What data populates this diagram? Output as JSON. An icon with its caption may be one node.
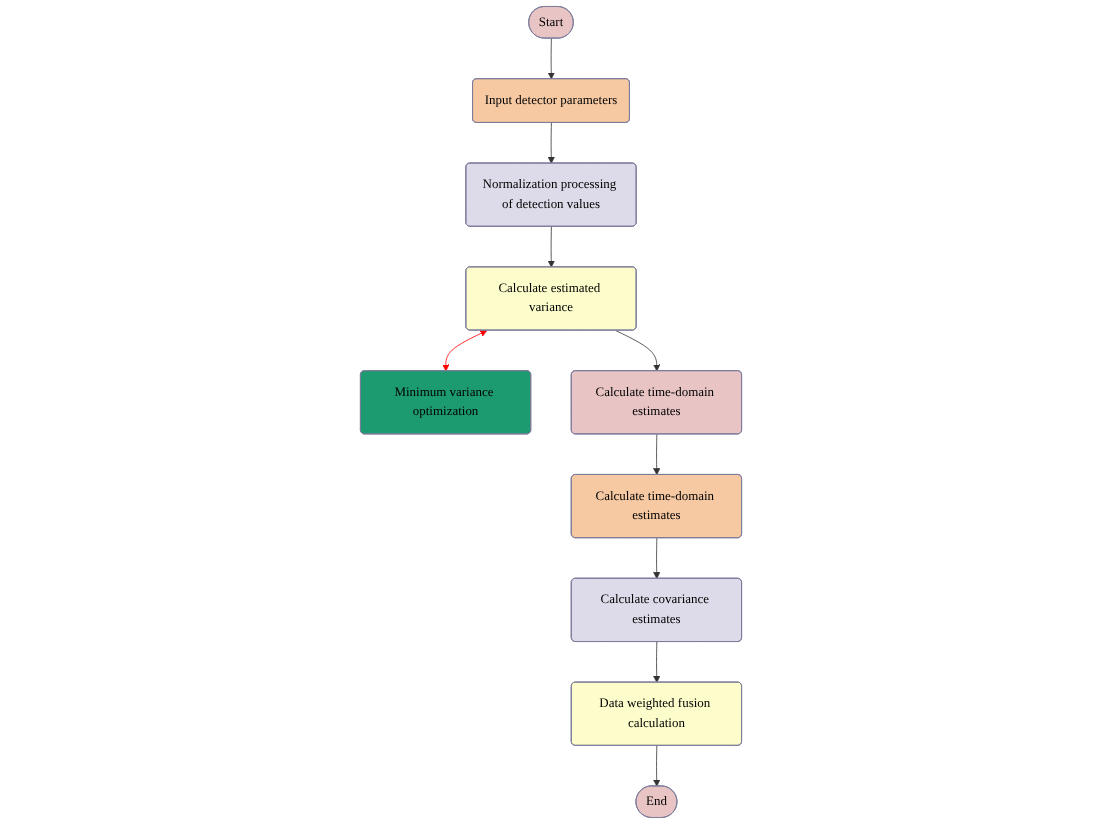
{
  "diagram": {
    "nodes": [
      {
        "text": [
          "Start"
        ]
      },
      {
        "text": [
          "Input detector parameters"
        ]
      },
      {
        "text": [
          "Normalization processing of detection values"
        ]
      },
      {
        "text": [
          "Calculate estimated variance"
        ]
      },
      {
        "text": [
          "Minimum variance optimization"
        ]
      },
      {
        "text": [
          "Calculate time-domain estimates"
        ]
      },
      {
        "text": [
          "Calculate time-domain estimates"
        ]
      },
      {
        "text": [
          "Calculate covariance estimates"
        ]
      },
      {
        "text": [
          "Data weighted fusion calculation"
        ]
      },
      {
        "text": [
          "End"
        ]
      }
    ],
    "edges": [
      {
        "from": 0,
        "to": 1,
        "arrow": "to"
      },
      {
        "from": 1,
        "to": 2,
        "arrow": "to"
      },
      {
        "from": 2,
        "to": 3,
        "arrow": "to"
      },
      {
        "from": 3,
        "to": 4,
        "arrow": "both",
        "color": "#ff0000"
      },
      {
        "from": 3,
        "to": 5,
        "arrow": "to"
      },
      {
        "from": 5,
        "to": 6,
        "arrow": "to"
      },
      {
        "from": 6,
        "to": 7,
        "arrow": "to"
      },
      {
        "from": 7,
        "to": 8,
        "arrow": "to"
      },
      {
        "from": 8,
        "to": 9,
        "arrow": "to"
      }
    ]
  }
}
